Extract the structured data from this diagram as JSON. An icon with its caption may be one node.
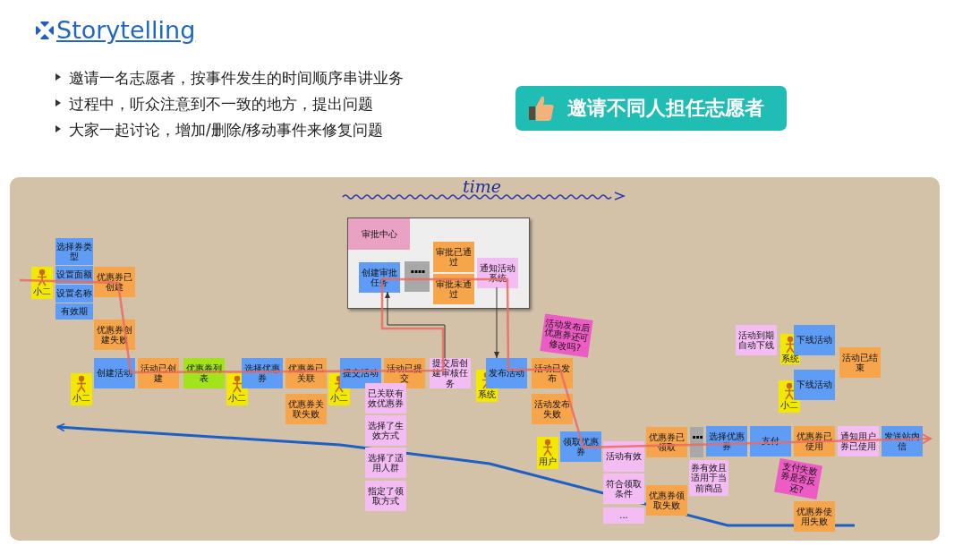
{
  "diagram": {
    "title": "Storytelling",
    "nodes": [
      {
        "text": [
          "选择券类型"
        ]
      },
      {
        "text": [
          "设置面额"
        ]
      },
      {
        "text": [
          "设置名称"
        ]
      },
      {
        "text": [
          "有效期"
        ]
      },
      {
        "text": [
          "小二"
        ]
      },
      {
        "text": [
          "优惠券已创建"
        ]
      },
      {
        "text": [
          "优惠券创建失败"
        ]
      },
      {
        "text": [
          "小二"
        ]
      },
      {
        "text": [
          "创建活动"
        ]
      },
      {
        "text": [
          "活动已创建"
        ]
      },
      {
        "text": [
          "优惠券列表"
        ]
      },
      {
        "text": [
          "小二"
        ]
      },
      {
        "text": [
          "选择优惠券"
        ]
      },
      {
        "text": [
          "优惠券已关联"
        ]
      },
      {
        "text": [
          "优惠券关联失败"
        ]
      },
      {
        "text": [
          "小二"
        ]
      },
      {
        "text": [
          "提交活动"
        ]
      },
      {
        "text": [
          "活动已提交"
        ]
      },
      {
        "text": [
          "提交后创建审核任务"
        ]
      },
      {
        "text": [],
        "shape": "box"
      },
      {
        "text": [
          "审批中心"
        ],
        "in": 19
      },
      {
        "text": [
          "创建审批任务"
        ],
        "in": 19
      },
      {
        "text": [
          "...."
        ],
        "in": 19
      },
      {
        "text": [
          "审批已通过"
        ],
        "in": 19
      },
      {
        "text": [
          "审批未通过"
        ],
        "in": 19
      },
      {
        "text": [
          "通知活动系统"
        ],
        "in": 19
      },
      {
        "text": [
          "系统"
        ]
      },
      {
        "text": [
          "发布活动"
        ]
      },
      {
        "text": [
          "活动已发布"
        ]
      },
      {
        "text": [
          "活动发布后优惠券还可修改吗?"
        ]
      },
      {
        "text": [
          "活动发布失败"
        ]
      },
      {
        "text": [
          "已关联有效优惠券"
        ]
      },
      {
        "text": [
          "选择了生效方式"
        ]
      },
      {
        "text": [
          "选择了适用人群"
        ]
      },
      {
        "text": [
          "指定了领取方式"
        ]
      },
      {
        "text": [
          "用户"
        ]
      },
      {
        "text": [
          "领取优惠券"
        ]
      },
      {
        "text": [
          "活动有效"
        ]
      },
      {
        "text": [
          "符合领取条件"
        ]
      },
      {
        "text": [
          "..."
        ]
      },
      {
        "text": [
          "优惠券领取失败"
        ]
      },
      {
        "text": [
          "优惠券已领取"
        ]
      },
      {
        "text": [
          "..."
        ]
      },
      {
        "text": [
          "券有效且适用于当前商品"
        ]
      },
      {
        "text": [
          "选择优惠券"
        ]
      },
      {
        "text": [
          "支付"
        ]
      },
      {
        "text": [
          "优惠券已使用"
        ]
      },
      {
        "text": [
          "支付失败券是否反还?"
        ]
      },
      {
        "text": [
          "优惠券使用失败"
        ]
      },
      {
        "text": [
          "通知用户券已使用"
        ]
      },
      {
        "text": [
          "发送站内信"
        ]
      },
      {
        "text": [
          "活动到期自动下线"
        ]
      },
      {
        "text": [
          "系统"
        ]
      },
      {
        "text": [
          "下线活动"
        ]
      },
      {
        "text": [
          "活动已结束"
        ]
      },
      {
        "text": [
          "小二"
        ]
      },
      {
        "text": [
          "下线活动"
        ]
      }
    ],
    "edges": [
      {
        "from": 18,
        "to": 21,
        "arrow": "to"
      },
      {
        "from": 25,
        "to": 27,
        "arrow": "to"
      }
    ],
    "labels": [
      "邀请一名志愿者，按事件发生的时间顺序串讲业务",
      "过程中，听众注意到不一致的地方，提出问题",
      "大家一起讨论，增加/删除/移动事件来修复问题",
      "邀请不同人担任志愿者",
      "time"
    ]
  }
}
